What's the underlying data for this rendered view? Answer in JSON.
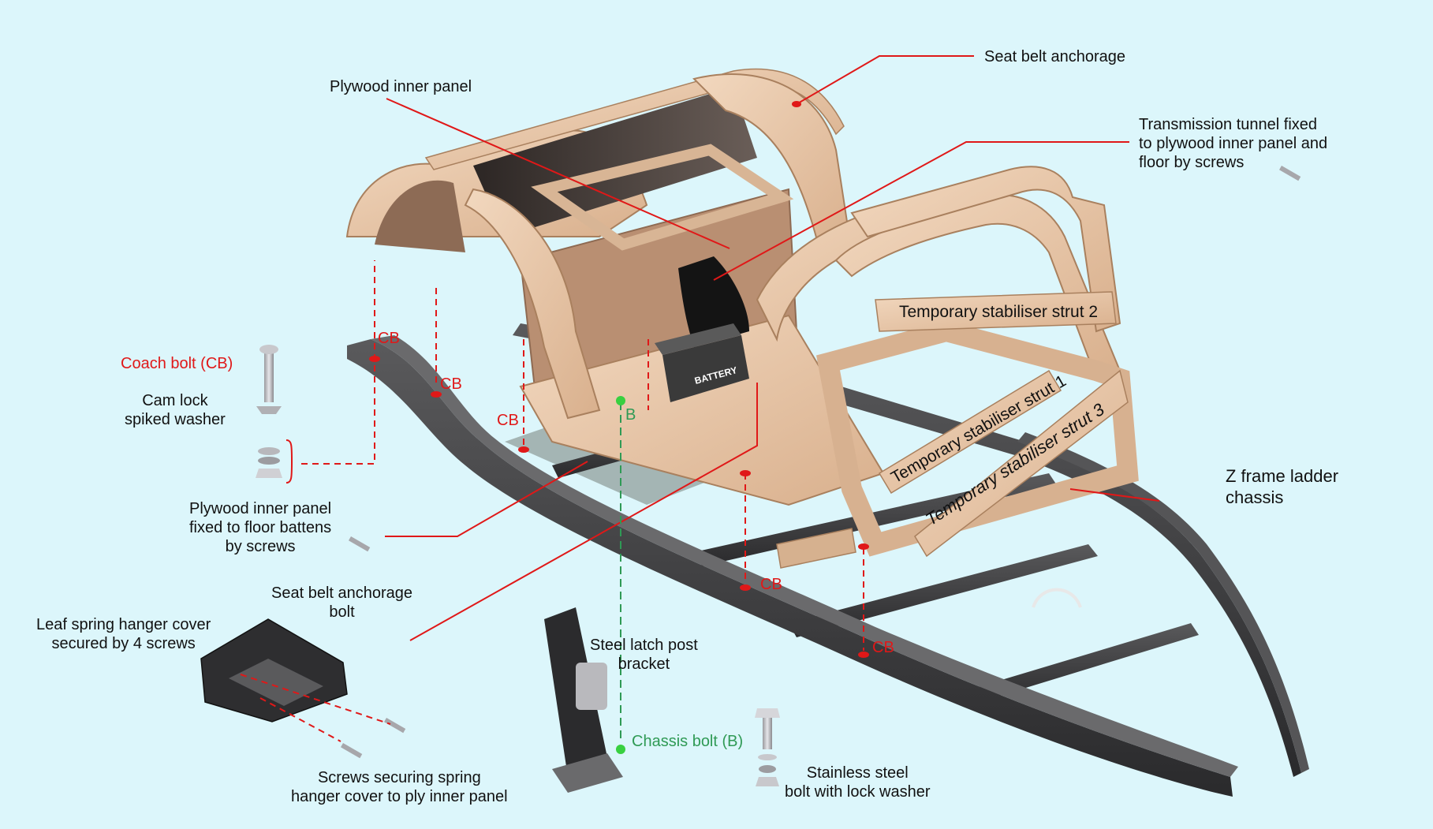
{
  "labels": {
    "seat_belt_anchorage": "Seat belt anchorage",
    "plywood_inner_panel": "Plywood inner panel",
    "transmission_tunnel": [
      "Transmission tunnel fixed",
      "to plywood inner panel and",
      "floor by screws"
    ],
    "strut_2": "Temporary stabiliser strut 2",
    "strut_1": "Temporary stabiliser strut 1",
    "strut_3": "Temporary stabiliser strut 3",
    "battery": "BATTERY",
    "coach_bolt": "Coach bolt (CB)",
    "cam_lock": [
      "Cam lock",
      "spiked washer"
    ],
    "ply_fixed": [
      "Plywood inner panel",
      "fixed to floor battens",
      "by screws"
    ],
    "seat_belt_bolt": [
      "Seat belt anchorage",
      "bolt"
    ],
    "leaf_spring": [
      "Leaf spring hanger cover",
      "secured by 4 screws"
    ],
    "steel_latch": [
      "Steel latch post",
      "bracket"
    ],
    "chassis_bolt": "Chassis bolt (B)",
    "b": "B",
    "stainless": [
      "Stainless steel",
      "bolt with lock washer"
    ],
    "screws_securing": [
      "Screws securing spring",
      "hanger cover to ply inner panel"
    ],
    "z_frame": [
      "Z frame ladder",
      "chassis"
    ],
    "cb": "CB"
  },
  "colors": {
    "background": "#dcf6fb",
    "wood": "#e8c6a6",
    "wood_dark": "#c79c78",
    "panel_dark": "#4a4442",
    "chassis": "#3c3c3e",
    "leader_red": "#e01818",
    "leader_green": "#2f9a55"
  }
}
